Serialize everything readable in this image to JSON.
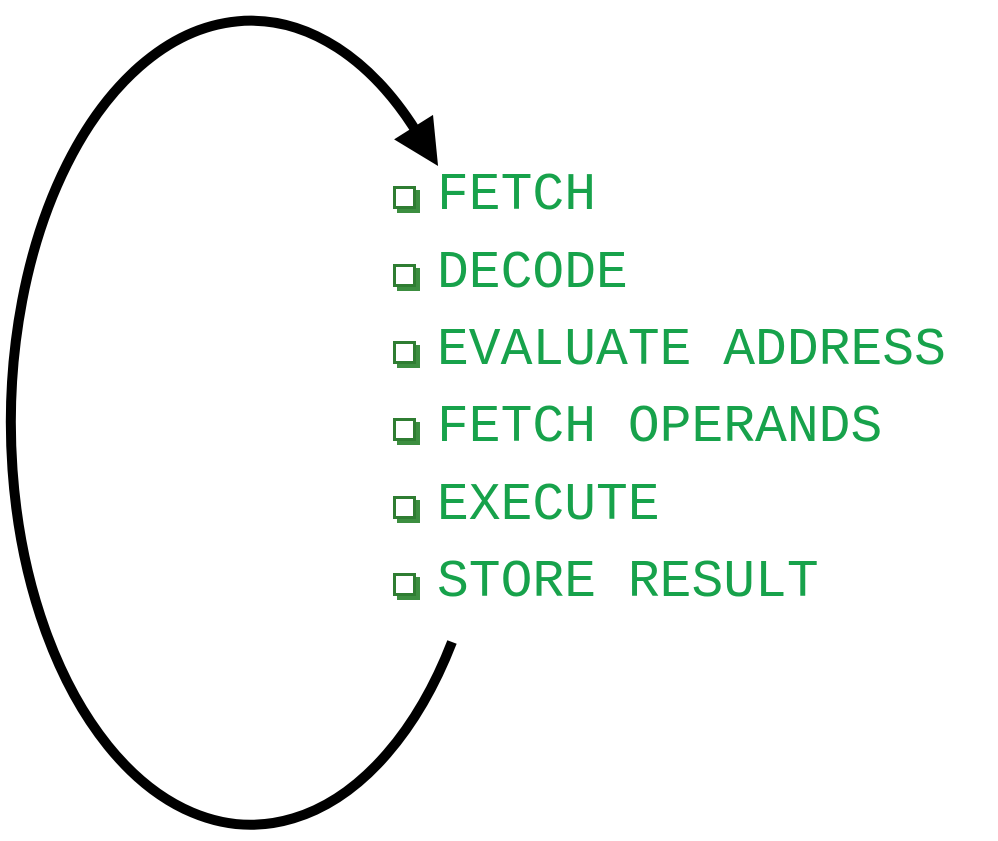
{
  "colors": {
    "background": "#ffffff",
    "text_green": "#17a24b",
    "bullet_border": "#2f7d32",
    "bullet_shadow": "#3c8e40",
    "arrow_black": "#000000"
  },
  "list": {
    "items": [
      {
        "label": "FETCH"
      },
      {
        "label": "DECODE"
      },
      {
        "label": "EVALUATE ADDRESS"
      },
      {
        "label": "FETCH OPERANDS"
      },
      {
        "label": "EXECUTE"
      },
      {
        "label": "STORE RESULT"
      }
    ]
  }
}
